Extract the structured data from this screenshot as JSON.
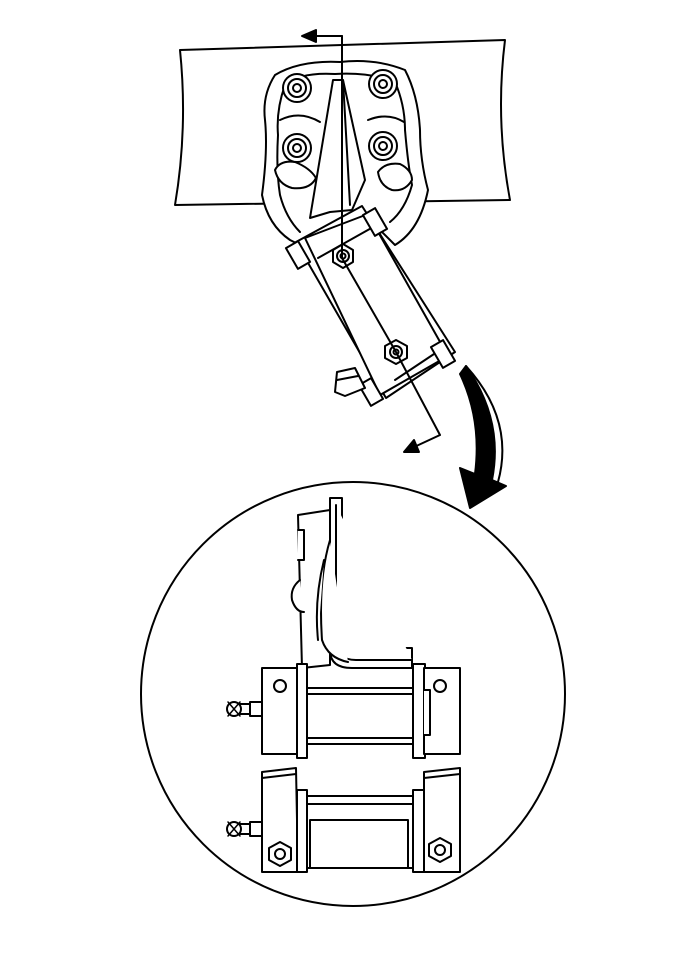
{
  "diagram": {
    "labels": [],
    "colors": {
      "line": "#000000",
      "background": "#ffffff"
    },
    "parts": {
      "frame_rail": "frame-rail",
      "shackle_bracket": "shackle-bracket",
      "shackle_link": "shackle-link",
      "section_arrow": "section-view-arrow",
      "detail_callout_arrow": "detail-callout-arrow",
      "detail_view": "detail-view-circle"
    }
  }
}
